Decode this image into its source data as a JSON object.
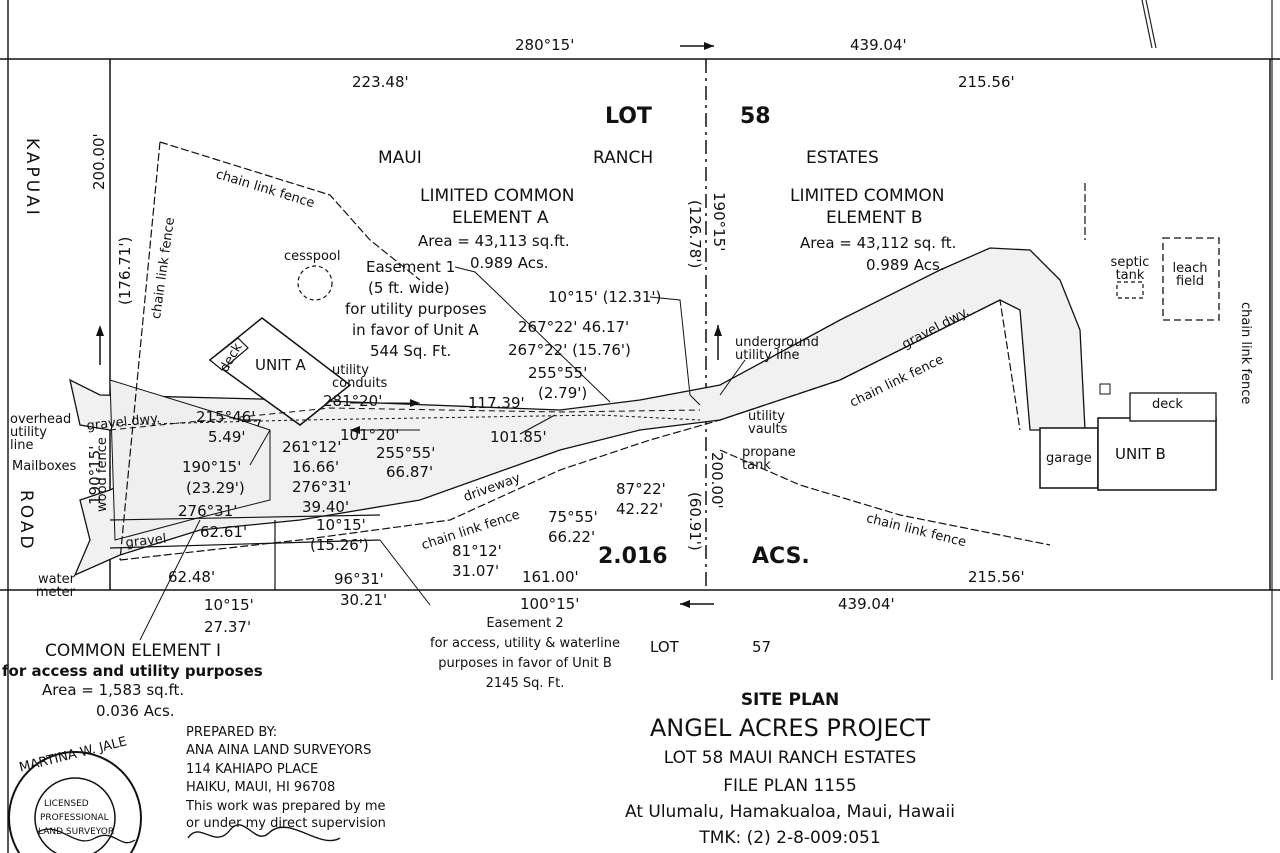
{
  "top": {
    "bearing": "280°15'",
    "length": "439.04'",
    "seg_left": "223.48'",
    "seg_right": "215.56'"
  },
  "lot_title": {
    "lot": "LOT",
    "num": "58",
    "maui": "MAUI",
    "ranch": "RANCH",
    "estates": "ESTATES"
  },
  "road": {
    "kapuai": "KAPUAI",
    "road": "ROAD"
  },
  "left_edge": {
    "dim1": "200.00'",
    "dim2": "(176.71')",
    "dim3": "190°15'"
  },
  "element_a": {
    "title1": "LIMITED COMMON",
    "title2": "ELEMENT A",
    "area": "Area = 43,113 sq.ft.",
    "acres": "0.989 Acs."
  },
  "element_b": {
    "title1": "LIMITED COMMON",
    "title2": "ELEMENT B",
    "area": "Area = 43,112 sq. ft.",
    "acres": "0.989 Acs."
  },
  "center_line": {
    "bearing": "190°15'",
    "len": "(126.78')",
    "len2": "200.00'",
    "len3": "(60.91')"
  },
  "labels": {
    "chain_link_fence": "chain link fence",
    "cesspool": "cesspool",
    "deck": "deck",
    "unit_a": "UNIT A",
    "unit_b": "UNIT B",
    "garage": "garage",
    "septic": "septic tank",
    "leach": "leach field",
    "gravel_dwy": "gravel dwy.",
    "gravel": "gravel",
    "driveway": "driveway",
    "underground": "underground utility line",
    "utility_vaults": "utility vaults",
    "propane": "propane tank",
    "utility_conduits": "utility conduits",
    "overhead": "overhead utility line",
    "mailboxes": "Mailboxes",
    "wood_fence": "wood fence",
    "water_meter": "water meter"
  },
  "easement1": {
    "l1": "Easement 1",
    "l2": "(5 ft. wide)",
    "l3": "for utility purposes",
    "l4": "in favor of Unit A",
    "l5": "544 Sq. Ft."
  },
  "bearings": {
    "b1": "10°15'  (12.31')",
    "b2": "267°22'  46.17'",
    "b3": "267°22' (15.76')",
    "b4": "255°55'",
    "b5": "(2.79')",
    "b6": "281°20'",
    "b7": "117.39'",
    "b8": "101°20'",
    "b9": "101.85'",
    "b10": "215°46'",
    "b11": "5.49'",
    "b12": "261°12'",
    "b13": "16.66'",
    "b14": "255°55'",
    "b15": "66.87'",
    "b16": "276°31'",
    "b17": "39.40'",
    "b18": "190°15'",
    "b19": "(23.29')",
    "b20": "276°31'",
    "b21": "62.61'",
    "b22": "10°15'",
    "b23": "(15.26')",
    "b24": "75°55'",
    "b25": "66.22'",
    "b26": "87°22'",
    "b27": "42.22'",
    "b28": "81°12'",
    "b29": "31.07'",
    "b30": "62.48'",
    "b31": "96°31'",
    "b32": "30.21'",
    "b33": "10°15'",
    "b34": "27.37'"
  },
  "bottom": {
    "bearing": "100°15'",
    "length": "439.04'",
    "seg_left": "161.00'",
    "seg_right": "215.56'",
    "area": "2.016",
    "acs": "ACS.",
    "lot": "LOT",
    "num": "57"
  },
  "easement2": {
    "l1": "Easement 2",
    "l2": "for access, utility & waterline",
    "l3": "purposes in favor of Unit B",
    "l4": "2145 Sq. Ft."
  },
  "common": {
    "l1": "COMMON ELEMENT I",
    "l2": "for access and utility purposes",
    "l3": "Area = 1,583 sq.ft.",
    "l4": "0.036 Acs."
  },
  "prepared": {
    "l1": "PREPARED BY:",
    "l2": "ANA AINA LAND SURVEYORS",
    "l3": "114 KAHIAPO PLACE",
    "l4": "HAIKU, MAUI, HI   96708",
    "l5": "This work was prepared by me",
    "l6": "or under my direct supervision"
  },
  "seal": {
    "name": "MARTINA W. JALE",
    "l1": "LICENSED",
    "l2": "PROFESSIONAL",
    "l3": "LAND SURVEYOR"
  },
  "title_block": {
    "l1": "SITE PLAN",
    "l2": "ANGEL ACRES PROJECT",
    "l3": "LOT 58 MAUI RANCH ESTATES",
    "l4": "FILE PLAN 1155",
    "l5": "At Ulumalu, Hamakualoa, Maui, Hawaii",
    "l6": "TMK: (2) 2-8-009:051"
  }
}
